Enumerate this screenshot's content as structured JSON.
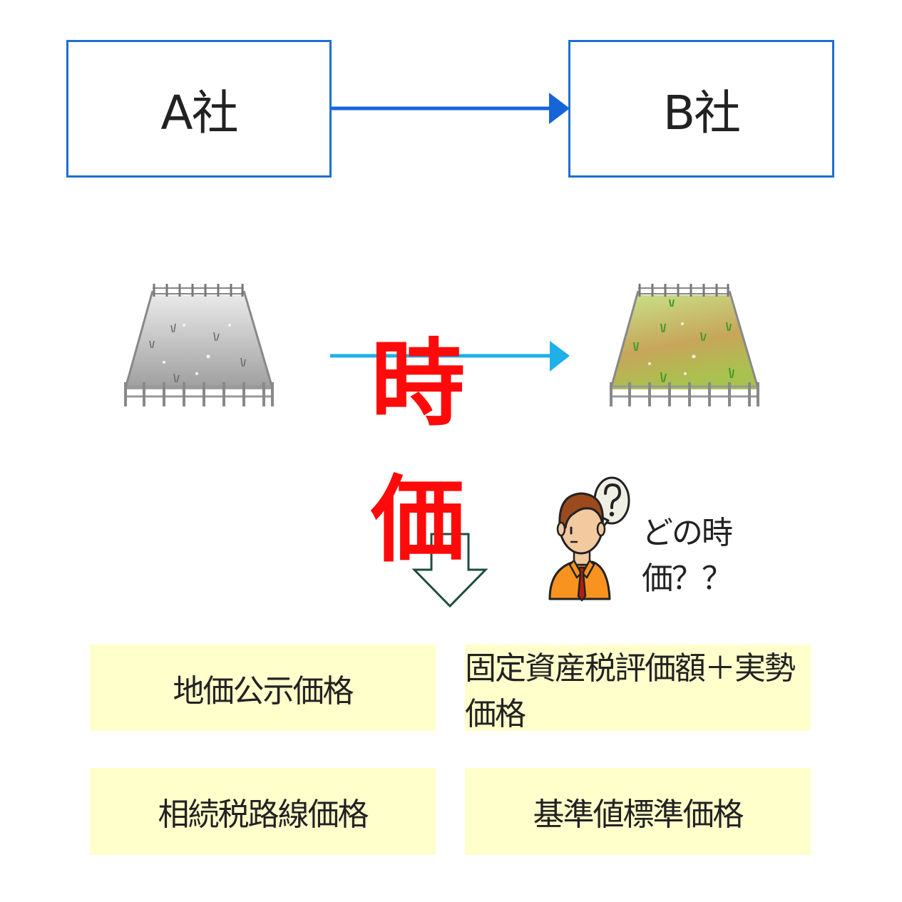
{
  "companies": {
    "from": "A社",
    "to": "B社"
  },
  "center_label": "時価",
  "question": "どの時価？？",
  "price_types": [
    "地価公示価格",
    "固定資産税評価額＋実勢価格",
    "相続税路線価格",
    "基準値標準価格"
  ],
  "colors": {
    "box_border": "#1e6fd0",
    "transfer_arrow": "#1565d8",
    "time_arrow": "#1eb0e6",
    "center_label": "#ff0a0a",
    "down_arrow": "#1f4e3d",
    "card_fill": "#ffffcc",
    "person_shirt": "#f7931e"
  },
  "icons": {
    "plot_before": "fenced-land-grey-icon",
    "plot_after": "fenced-land-green-icon",
    "person": "confused-person-icon",
    "question_bubble": "question-bubble-icon",
    "down": "outline-down-arrow-icon"
  }
}
